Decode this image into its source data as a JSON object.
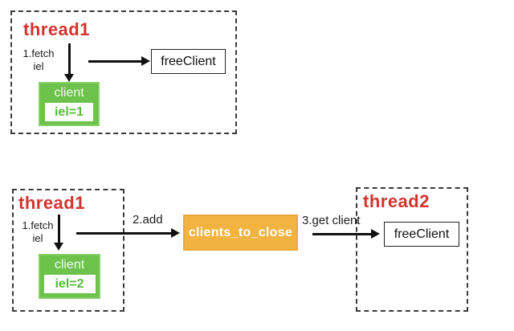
{
  "colors": {
    "thread_title_red": "#d2342e",
    "client_green": "#6cc24a",
    "client_green_border": "#85d164",
    "client_value_green": "#56bd39",
    "queue_orange": "#f2b340",
    "queue_orange_border": "#eda63b",
    "arrow_black": "#111111",
    "background": "#ffffff"
  },
  "diagram_top": {
    "thread_title": "thread1",
    "step1_line1": "1.fetch",
    "step1_line2": "iel",
    "free_client": "freeClient",
    "client_title": "client",
    "client_value": "iel=1"
  },
  "diagram_bottom": {
    "thread1_title": "thread1",
    "step1_line1": "1.fetch",
    "step1_line2": "iel",
    "client_title": "client",
    "client_value": "iel=2",
    "step2_label": "2.add",
    "queue_label": "clients_to_close",
    "step3_label": "3.get client",
    "thread2_title": "thread2",
    "free_client": "freeClient"
  }
}
